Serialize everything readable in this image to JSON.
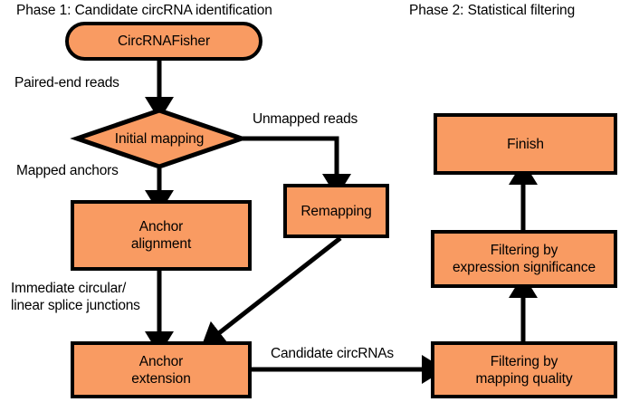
{
  "figure": {
    "type": "flowchart",
    "background_color": "#ffffff",
    "node_fill_color": "#f99b62",
    "node_stroke_color": "#000000",
    "text_color": "#000000"
  },
  "phases": [
    {
      "id": "phase1",
      "title": "Phase 1: Candidate circRNA identification"
    },
    {
      "id": "phase2",
      "title": "Phase 2: Statistical filtering"
    }
  ],
  "nodes": [
    {
      "id": "circrnafisher",
      "label": "CircRNAFisher",
      "shape": "stadium"
    },
    {
      "id": "initial_mapping",
      "label": "Initial mapping",
      "shape": "diamond"
    },
    {
      "id": "anchor_alignment",
      "label": "Anchor\nalignment",
      "shape": "rect"
    },
    {
      "id": "remapping",
      "label": "Remapping",
      "shape": "rect"
    },
    {
      "id": "anchor_extension",
      "label": "Anchor\nextension",
      "shape": "rect"
    },
    {
      "id": "filtering_mapping_quality",
      "label": "Filtering by\nmapping quality",
      "shape": "rect"
    },
    {
      "id": "filtering_expression_significance",
      "label": "Filtering by\nexpression significance",
      "shape": "rect"
    },
    {
      "id": "finish",
      "label": "Finish",
      "shape": "rect"
    }
  ],
  "edge_labels": [
    {
      "id": "paired_end_reads",
      "label": "Paired-end reads"
    },
    {
      "id": "unmapped_reads",
      "label": "Unmapped reads"
    },
    {
      "id": "mapped_anchors",
      "label": "Mapped anchors"
    },
    {
      "id": "splice_junctions",
      "label": "Immediate circular/\nlinear splice junctions"
    },
    {
      "id": "candidate_circrnas",
      "label": "Candidate circRNAs"
    }
  ],
  "edges": [
    {
      "from": "circrnafisher",
      "to": "initial_mapping",
      "label": "Paired-end reads"
    },
    {
      "from": "initial_mapping",
      "to": "remapping",
      "label": "Unmapped reads"
    },
    {
      "from": "initial_mapping",
      "to": "anchor_alignment",
      "label": "Mapped anchors"
    },
    {
      "from": "anchor_alignment",
      "to": "anchor_extension",
      "label": "Immediate circular/ linear splice junctions"
    },
    {
      "from": "remapping",
      "to": "anchor_extension",
      "label": ""
    },
    {
      "from": "anchor_extension",
      "to": "filtering_mapping_quality",
      "label": "Candidate circRNAs"
    },
    {
      "from": "filtering_mapping_quality",
      "to": "filtering_expression_significance",
      "label": ""
    },
    {
      "from": "filtering_expression_significance",
      "to": "finish",
      "label": ""
    }
  ]
}
